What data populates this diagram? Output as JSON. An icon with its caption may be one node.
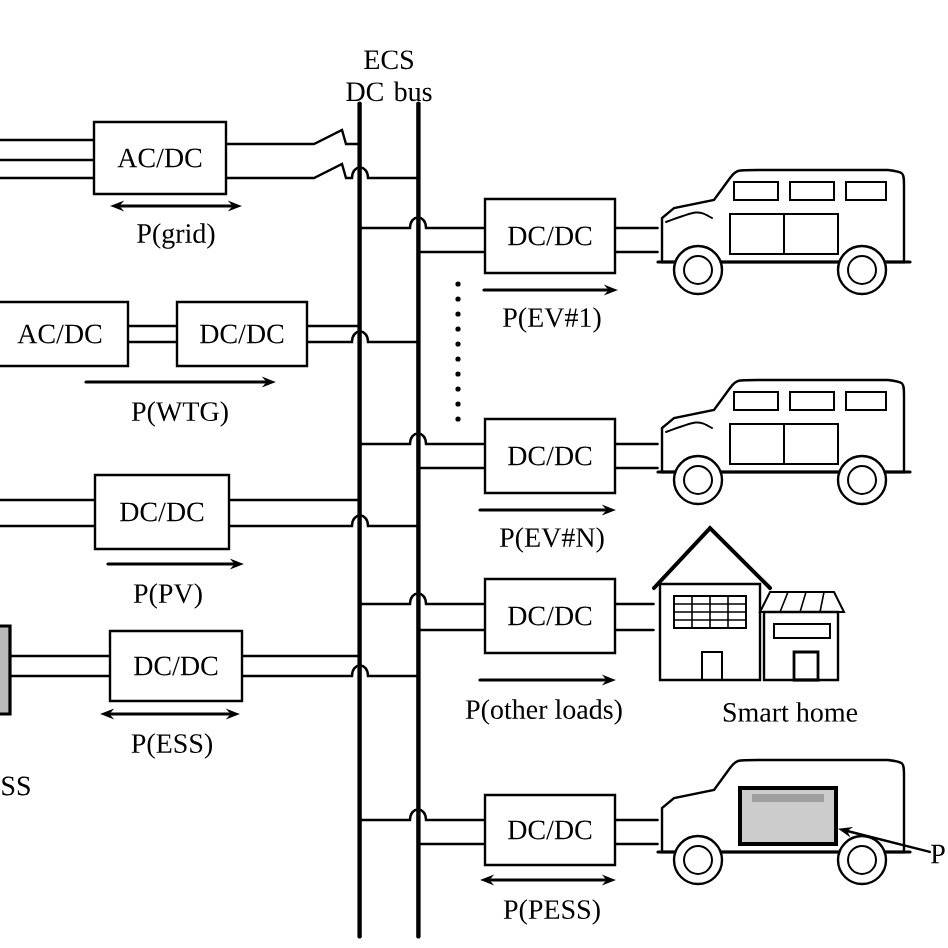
{
  "diagram": {
    "nodes": [
      {
        "text": [
          "ECS DC bus"
        ]
      },
      {
        "text": [
          "AC/DC"
        ]
      },
      {
        "text": [
          "AC/DC"
        ]
      },
      {
        "text": [
          "DC/DC"
        ]
      },
      {
        "text": [
          "DC/DC"
        ]
      },
      {
        "text": [],
        "shape": "box"
      },
      {
        "text": [
          "DC/DC"
        ]
      },
      {
        "text": [
          "DC/DC"
        ]
      },
      {
        "text": [],
        "shape": "car"
      },
      {
        "text": [
          "DC/DC"
        ]
      },
      {
        "text": [],
        "shape": "car"
      },
      {
        "text": [
          "DC/DC"
        ]
      },
      {
        "text": [],
        "shape": "house",
        "beside": [
          "Smart home"
        ]
      },
      {
        "text": [
          "DC/DC"
        ]
      },
      {
        "text": [],
        "shape": "car"
      },
      {
        "text": [],
        "shape": "battery",
        "in": 14
      },
      {
        "text": [
          "P"
        ]
      }
    ],
    "edges": [
      {
        "from": null,
        "to": 1,
        "arrow": "none"
      },
      {
        "from": 1,
        "to": 0,
        "arrow": "none"
      },
      {
        "from": 2,
        "to": 3,
        "arrow": "none"
      },
      {
        "from": 3,
        "to": 0,
        "arrow": "none"
      },
      {
        "from": null,
        "to": 4,
        "arrow": "none"
      },
      {
        "from": 4,
        "to": 0,
        "arrow": "none"
      },
      {
        "from": 5,
        "to": 6,
        "arrow": "none"
      },
      {
        "from": 6,
        "to": 0,
        "arrow": "none"
      },
      {
        "from": 0,
        "to": 7,
        "arrow": "none"
      },
      {
        "from": 7,
        "to": 8,
        "arrow": "none"
      },
      {
        "from": 0,
        "to": 9,
        "arrow": "none"
      },
      {
        "from": 9,
        "to": 10,
        "arrow": "none"
      },
      {
        "from": 0,
        "to": 11,
        "arrow": "none"
      },
      {
        "from": 11,
        "to": 12,
        "arrow": "none"
      },
      {
        "from": 0,
        "to": 13,
        "arrow": "none"
      },
      {
        "from": 13,
        "to": 14,
        "arrow": "none"
      },
      {
        "from": 16,
        "to": 15,
        "arrow": "to"
      }
    ],
    "labels": [
      "P(grid)",
      "P(EV#1)",
      "P(WTG)",
      "P(EV#N)",
      "P(PV)",
      "P(other loads)",
      "P(ESS)",
      "SS",
      "P(PESS)"
    ]
  }
}
